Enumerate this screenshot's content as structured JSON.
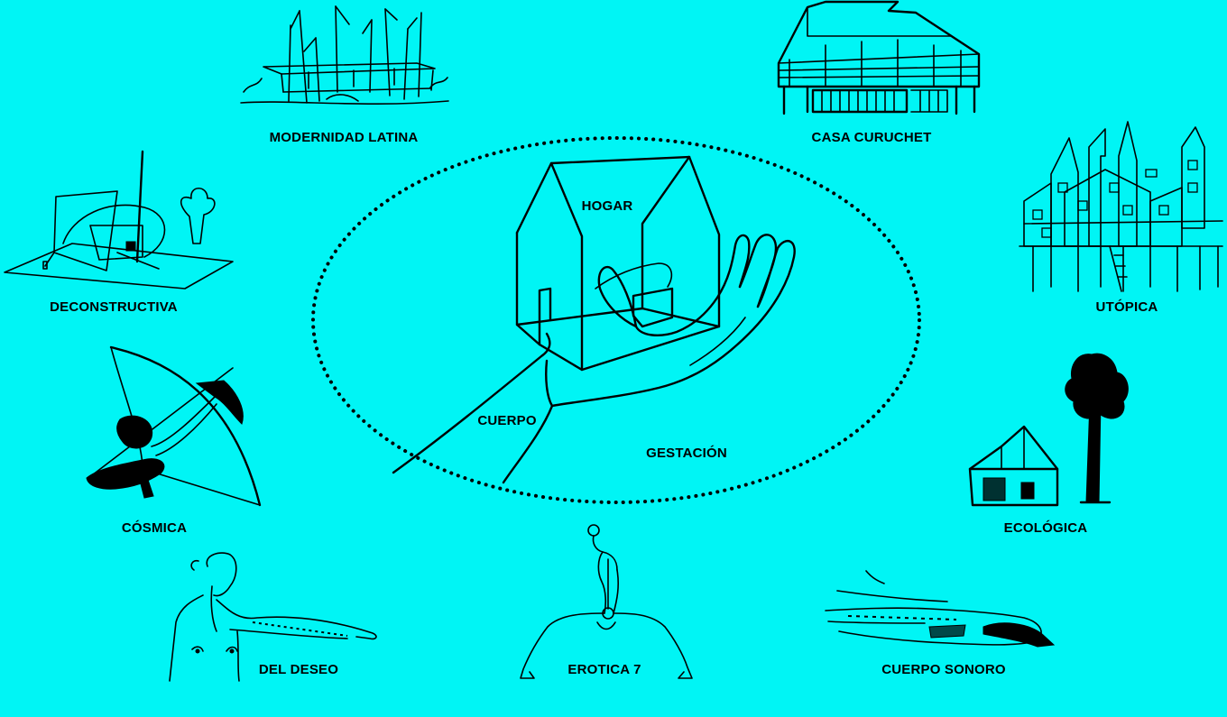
{
  "center": {
    "labels": {
      "hogar": "HOGAR",
      "cuerpo": "CUERPO",
      "gestacion": "GESTACIÓN"
    },
    "ellipse_style": "dotted"
  },
  "categories": [
    {
      "id": "modernidad",
      "label": "MODERNIDAD LATINA",
      "icon": "glass-house-forest-icon"
    },
    {
      "id": "curuchet",
      "label": "CASA CURUCHET",
      "icon": "modernist-villa-icon"
    },
    {
      "id": "deconstructiva",
      "label": "DECONSTRUCTIVA",
      "icon": "deconstructivist-model-icon"
    },
    {
      "id": "utopica",
      "label": "UTÓPICA",
      "icon": "stilt-houses-icon"
    },
    {
      "id": "cosmica",
      "label": "CÓSMICA",
      "icon": "archer-icon"
    },
    {
      "id": "ecologica",
      "label": "ECOLÓGICA",
      "icon": "cabin-and-tree-icon"
    },
    {
      "id": "deseo",
      "label": "DEL DESEO",
      "icon": "tattooed-figure-icon"
    },
    {
      "id": "erotica",
      "label": "EROTICA 7",
      "icon": "crouching-figure-icon"
    },
    {
      "id": "sonoro",
      "label": "CUERPO SONORO",
      "icon": "reclining-figure-icon"
    }
  ],
  "colors": {
    "background": "#00f5f5",
    "ink": "#000000"
  }
}
